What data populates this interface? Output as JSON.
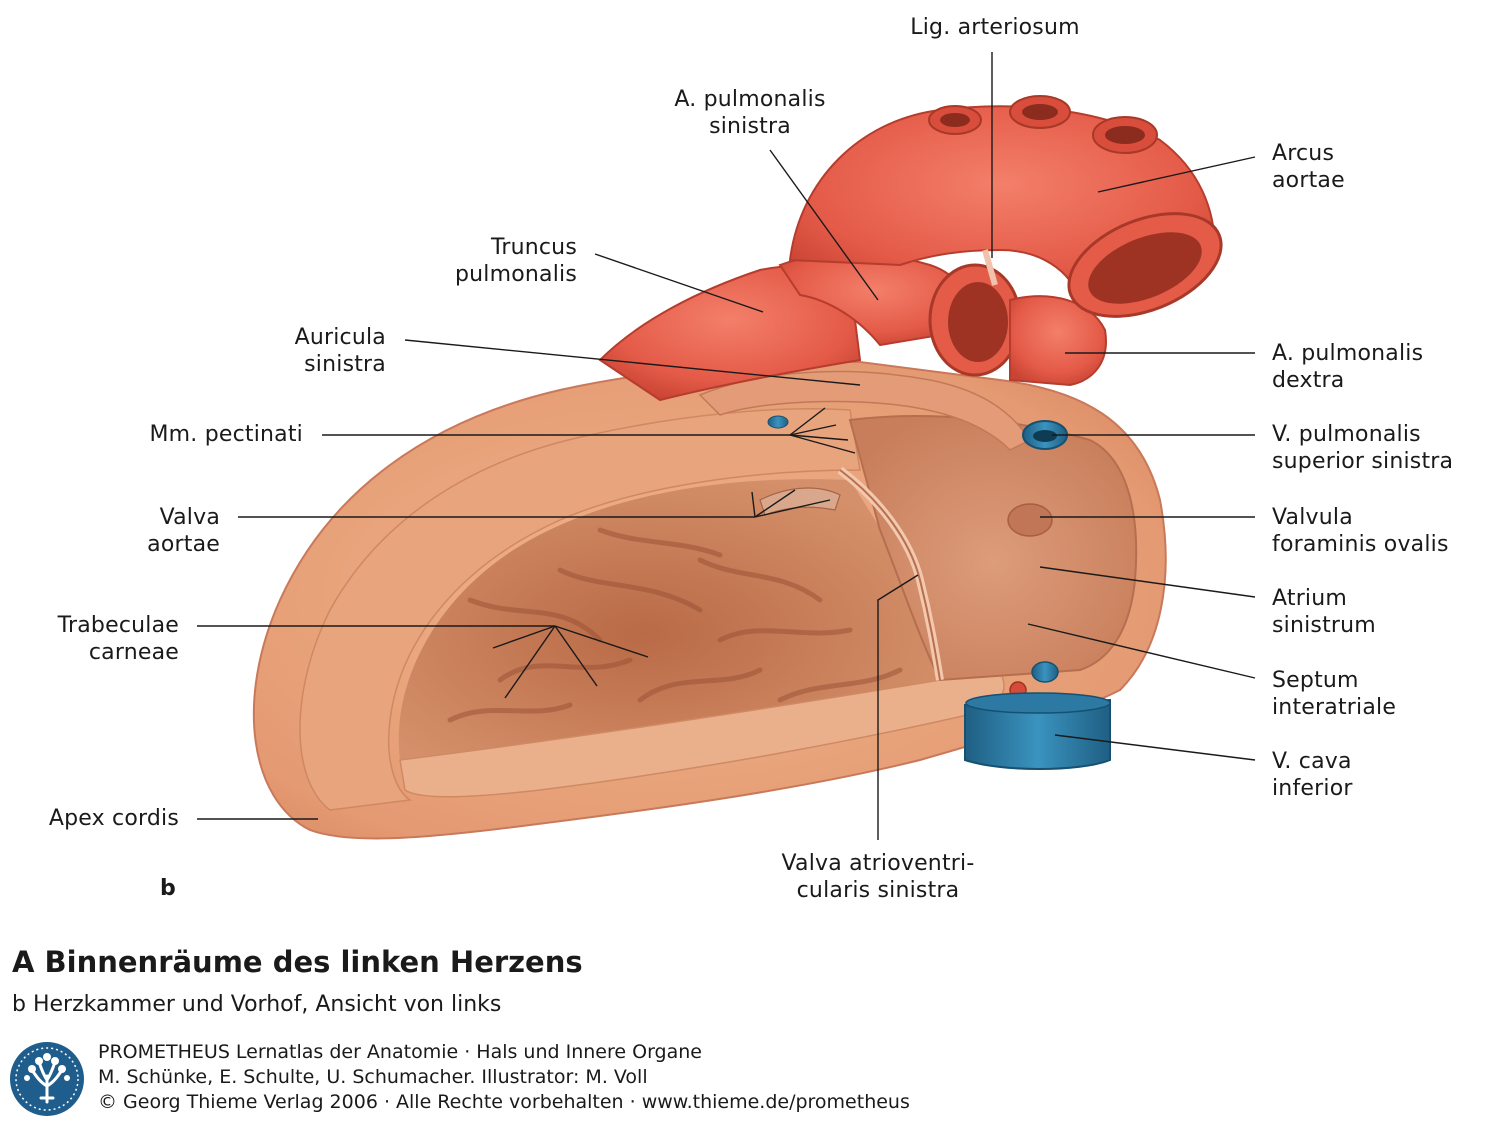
{
  "figure": {
    "panel_letter": "b",
    "labels": {
      "lig_arteriosum": "Lig. arteriosum",
      "a_pulmonalis_sinistra": "A. pulmonalis\nsinistra",
      "arcus_aortae": "Arcus\naortae",
      "truncus_pulmonalis": "Truncus\npulmonalis",
      "auricula_sinistra": "Auricula\nsinistra",
      "a_pulmonalis_dextra": "A. pulmonalis\ndextra",
      "mm_pectinati": "Mm. pectinati",
      "v_pulmonalis_superior_sinistra": "V. pulmonalis\nsuperior sinistra",
      "valva_aortae": "Valva\naortae",
      "valvula_foraminis_ovalis": "Valvula\nforaminis ovalis",
      "atrium_sinistrum": "Atrium\nsinistrum",
      "trabeculae_carneae": "Trabeculae\ncarneae",
      "septum_interatriale": "Septum\ninteratriale",
      "v_cava_inferior": "V. cava\ninferior",
      "apex_cordis": "Apex cordis",
      "valva_atrioventricularis_sinistra": "Valva atrioventri-\ncularis sinistra"
    }
  },
  "caption": {
    "title": "A Binnenräume des linken Herzens",
    "subtitle": "b Herzkammer und Vorhof, Ansicht von links"
  },
  "credits": {
    "line1": "PROMETHEUS Lernatlas der Anatomie · Hals und Innere Organe",
    "line2": "M. Schünke, E. Schulte, U. Schumacher. Illustrator: M. Voll",
    "line3": "© Georg Thieme Verlag 2006 · Alle Rechte vorbehalten · www.thieme.de/prometheus"
  },
  "colors": {
    "artery": "#e8614f",
    "vein": "#2f7fa8",
    "myocardium": "#e9a27a",
    "interior": "#c9805c",
    "logo": "#1f5d8c"
  }
}
